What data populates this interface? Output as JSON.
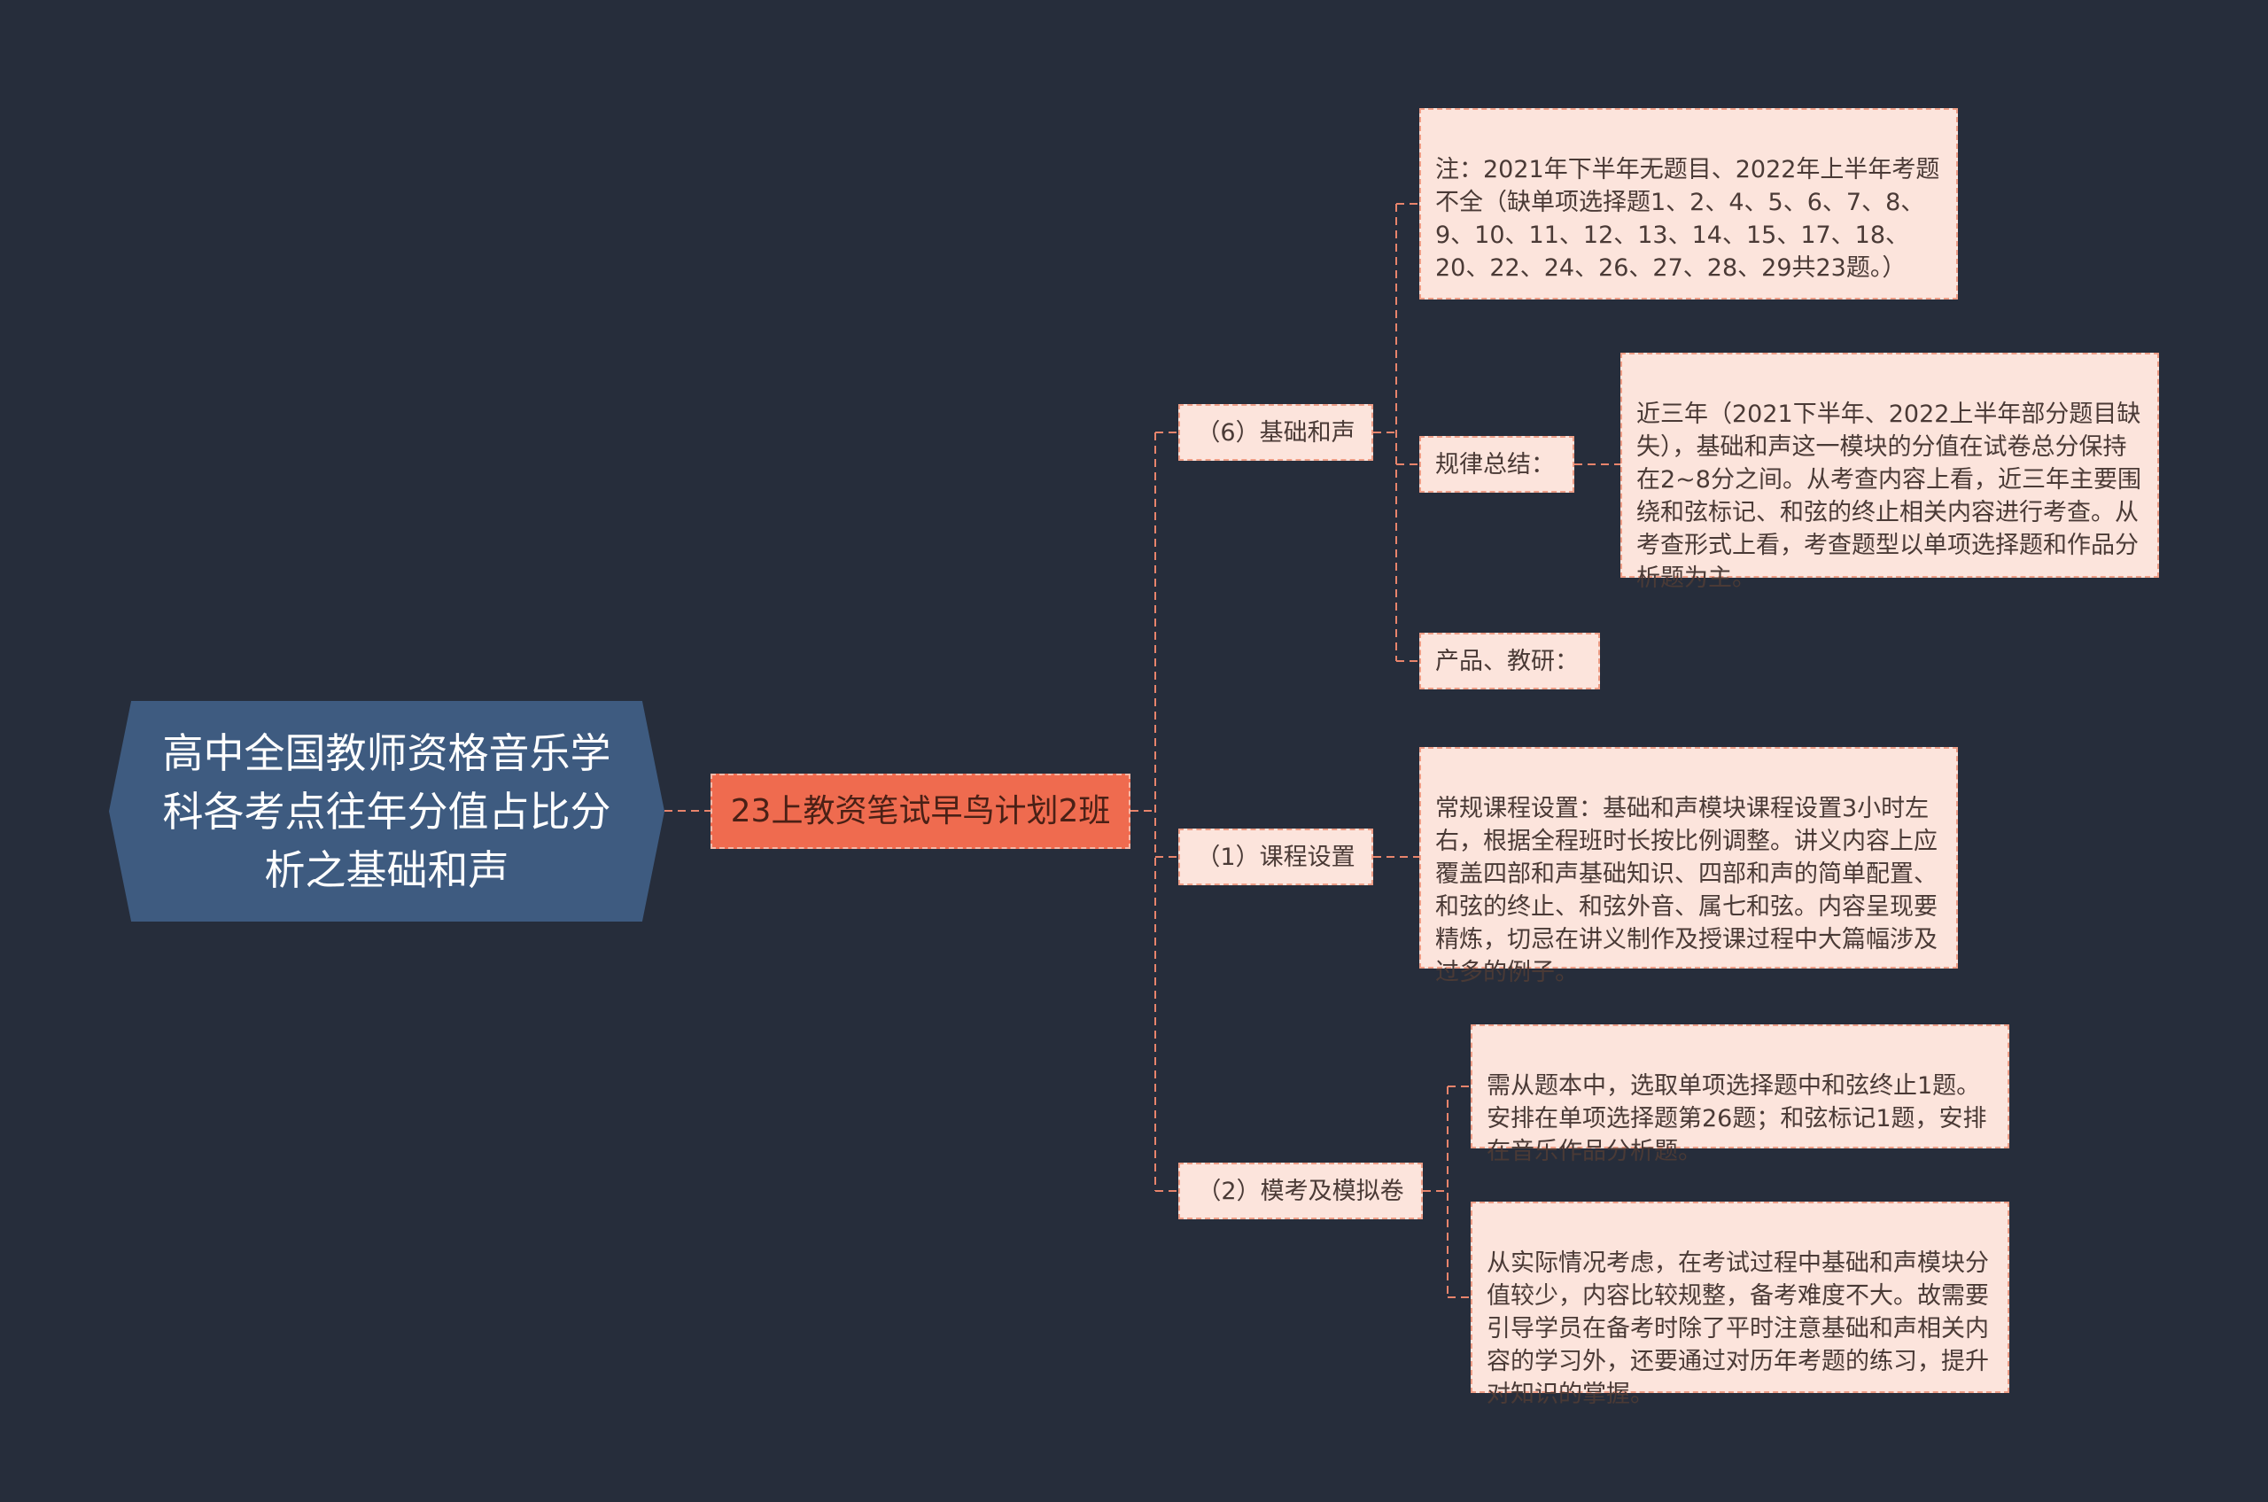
{
  "colors": {
    "background": "#262d3b",
    "root_fill": "#3e5b80",
    "main_fill": "#ef6b4f",
    "node_fill": "#fce4dc",
    "connector": "#e8846c"
  },
  "root": {
    "title": "高中全国教师资格音乐学科各考点往年分值占比分析之基础和声"
  },
  "main": {
    "label": "23上教资笔试早鸟计划2班"
  },
  "branches": [
    {
      "label": "（6）基础和声",
      "children": [
        {
          "text": "注：2021年下半年无题目、2022年上半年考题不全（缺单项选择题1、2、4、5、6、7、8、9、10、11、12、13、14、15、17、18、20、22、24、26、27、28、29共23题。）"
        },
        {
          "label": "规律总结：",
          "detail": "近三年（2021下半年、2022上半年部分题目缺失），基础和声这一模块的分值在试卷总分保持在2~8分之间。从考查内容上看，近三年主要围绕和弦标记、和弦的终止相关内容进行考查。从考查形式上看，考查题型以单项选择题和作品分析题为主。"
        },
        {
          "label": "产品、教研："
        }
      ]
    },
    {
      "label": "（1）课程设置",
      "children": [
        {
          "text": "常规课程设置：基础和声模块课程设置3小时左右，根据全程班时长按比例调整。讲义内容上应覆盖四部和声基础知识、四部和声的简单配置、和弦的终止、和弦外音、属七和弦。内容呈现要精炼，切忌在讲义制作及授课过程中大篇幅涉及过多的例子。"
        }
      ]
    },
    {
      "label": "（2）模考及模拟卷",
      "children": [
        {
          "text": "需从题本中，选取单项选择题中和弦终止1题。安排在单项选择题第26题；和弦标记1题，安排在音乐作品分析题。"
        },
        {
          "text": "从实际情况考虑，在考试过程中基础和声模块分值较少，内容比较规整，备考难度不大。故需要引导学员在备考时除了平时注意基础和声相关内容的学习外，还要通过对历年考题的练习，提升对知识的掌握。"
        }
      ]
    }
  ]
}
